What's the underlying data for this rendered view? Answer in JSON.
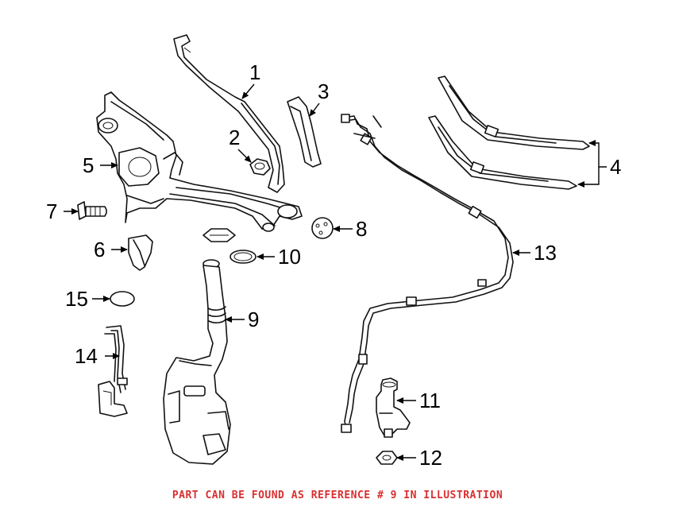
{
  "callouts": {
    "c1": "1",
    "c2": "2",
    "c3": "3",
    "c4": "4",
    "c5": "5",
    "c6": "6",
    "c7": "7",
    "c8": "8",
    "c9": "9",
    "c10": "10",
    "c11": "11",
    "c12": "12",
    "c13": "13",
    "c14": "14",
    "c15": "15"
  },
  "footer_note": "PART CAN BE FOUND AS REFERENCE # 9 IN ILLUSTRATION",
  "colors": {
    "note": "#d93030",
    "lines": "#111111"
  }
}
